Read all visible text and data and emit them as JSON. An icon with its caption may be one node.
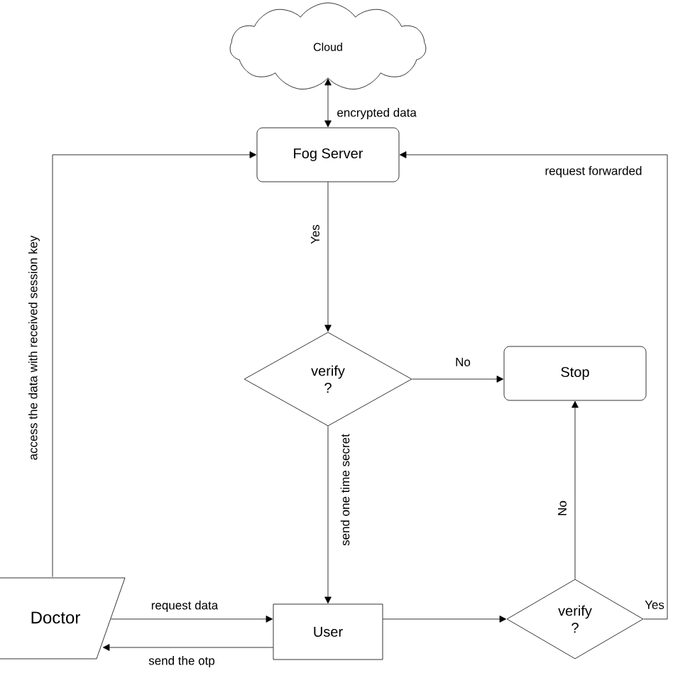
{
  "diagram": {
    "nodes": [
      {
        "text": [
          "Cloud"
        ]
      },
      {
        "text": [
          "Fog Server"
        ]
      },
      {
        "text": [
          "verify ?"
        ]
      },
      {
        "text": [
          "Stop"
        ]
      },
      {
        "text": [
          "Doctor"
        ]
      },
      {
        "text": [
          "User"
        ]
      },
      {
        "text": [
          "verify ?"
        ]
      }
    ],
    "edges": [
      {
        "from": 0,
        "to": 1,
        "arrow": "both",
        "label": "encrypted data"
      },
      {
        "from": 4,
        "to": 1,
        "arrow": "to",
        "label": "access the data with received session key"
      },
      {
        "from": 1,
        "to": 2,
        "arrow": "to",
        "label": "Yes"
      },
      {
        "from": 2,
        "to": 3,
        "arrow": "to",
        "label": "No"
      },
      {
        "from": 2,
        "to": 5,
        "arrow": "to",
        "label": "send one time secret"
      },
      {
        "from": 4,
        "to": 5,
        "arrow": "to",
        "label": "request data"
      },
      {
        "from": 5,
        "to": 4,
        "arrow": "to",
        "label": "send the otp"
      },
      {
        "from": 5,
        "to": 6,
        "arrow": "to"
      },
      {
        "from": 6,
        "to": 3,
        "arrow": "to",
        "label": "No"
      },
      {
        "from": 6,
        "to": 1,
        "arrow": "to",
        "label": "request forwarded"
      }
    ],
    "labels": [
      "Yes"
    ]
  }
}
